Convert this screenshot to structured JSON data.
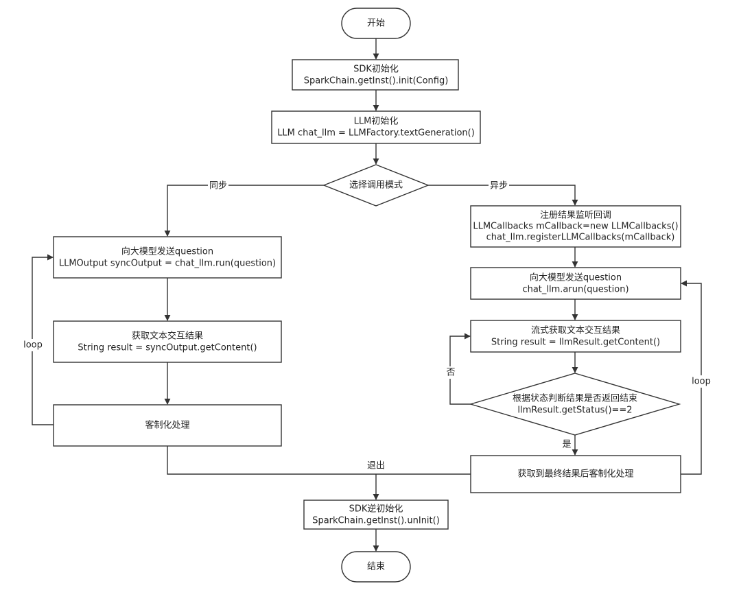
{
  "nodes": {
    "start": {
      "label": "开始"
    },
    "sdk_init": {
      "line1": "SDK初始化",
      "line2": "SparkChain.getInst().init(Config)"
    },
    "llm_init": {
      "line1": "LLM初始化",
      "line2": "LLM chat_llm = LLMFactory.textGeneration()"
    },
    "choose_mode": {
      "label": "选择调用模式"
    },
    "sync_send": {
      "line1": "向大模型发送question",
      "line2": "LLMOutput syncOutput = chat_llm.run(question)"
    },
    "sync_get": {
      "line1": "获取文本交互结果",
      "line2": "String result = syncOutput.getContent()"
    },
    "sync_custom": {
      "label": "客制化处理"
    },
    "register_cb": {
      "line1": "注册结果监听回调",
      "line2": "LLMCallbacks mCallback=new LLMCallbacks()",
      "line3": "chat_llm.registerLLMCallbacks(mCallback)"
    },
    "async_send": {
      "line1": "向大模型发送question",
      "line2": "chat_llm.arun(question)"
    },
    "stream_get": {
      "line1": "流式获取文本交互结果",
      "line2": "String result = llmResult.getContent()"
    },
    "check_end": {
      "line1": "根据状态判断结果是否返回结束",
      "line2": "llmResult.getStatus()==2"
    },
    "final_custom": {
      "label": "获取到最终结果后客制化处理"
    },
    "sdk_uninit": {
      "line1": "SDK逆初始化",
      "line2": "SparkChain.getInst().unInit()"
    },
    "end": {
      "label": "结束"
    }
  },
  "edge_labels": {
    "sync": "同步",
    "async": "异步",
    "loop_left": "loop",
    "loop_right": "loop",
    "no": "否",
    "yes": "是",
    "exit": "退出"
  }
}
